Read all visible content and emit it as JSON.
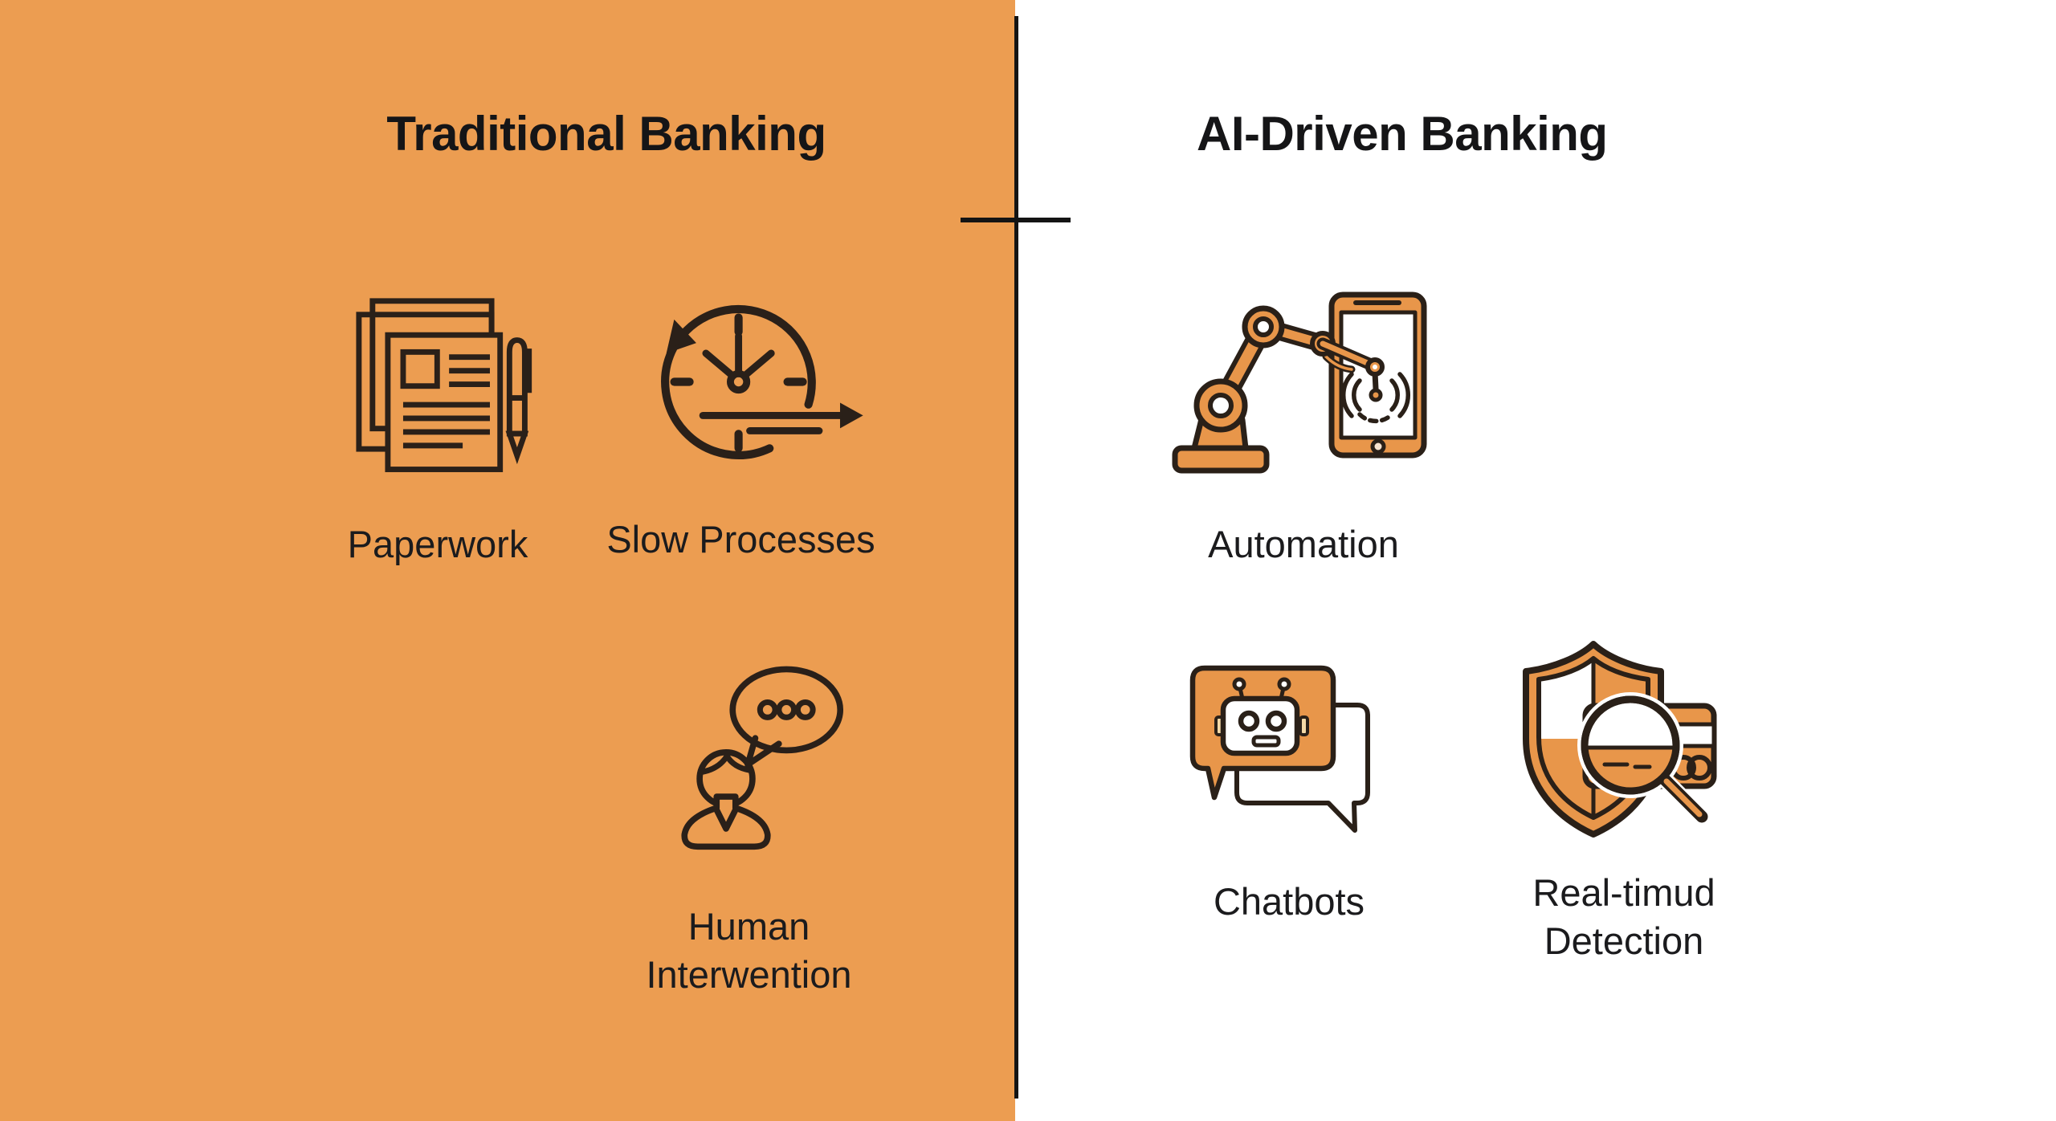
{
  "colors": {
    "left_panel_bg": "#ec9d51",
    "right_panel_bg": "#ffffff",
    "divider": "#141414",
    "text": "#1b1b1d",
    "left_icon_stroke": "#2a2019",
    "right_icon_fill": "#e8964a",
    "right_icon_stroke": "#2a2018"
  },
  "left_panel": {
    "title": "Traditional Banking",
    "items": [
      {
        "label": "Paperwork",
        "icon": "paperwork-icon"
      },
      {
        "label": "Slow Processes",
        "icon": "slow-processes-icon"
      },
      {
        "label": "Human Interwention",
        "icon": "human-intervention-icon"
      }
    ]
  },
  "right_panel": {
    "title": "AI-Driven Banking",
    "items": [
      {
        "label": "Automation",
        "icon": "automation-icon"
      },
      {
        "label": "Chatbots",
        "icon": "chatbots-icon"
      },
      {
        "label": "Real-timud Detection",
        "icon": "fraud-detection-icon"
      }
    ]
  }
}
